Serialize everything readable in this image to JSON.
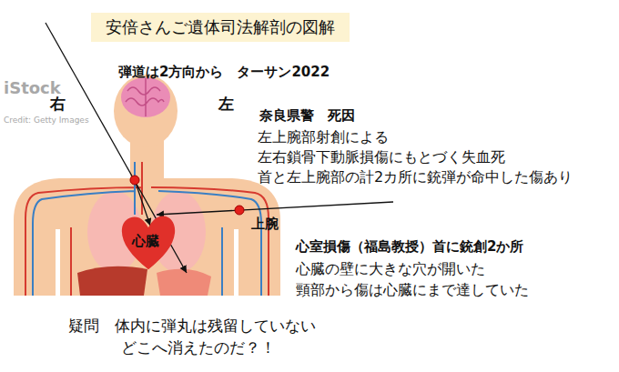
{
  "diagram": {
    "title": "安倍さんご遺体司法解剖の図解",
    "nodes": [
      {
        "text": [
          "心臓"
        ]
      }
    ],
    "labels": [
      "弾道は2方向から　ターサン2022",
      "右",
      "左",
      "奈良県警　死因",
      "左上腕部射創による",
      "左右鎖骨下動脈損傷にもとづく失血死",
      "首と左上腕部の計2カ所に銃弾が命中した傷あり",
      "上腕",
      "心室損傷（福島教授）首に銃創2か所",
      "心臓の壁に大きな穴が開いた",
      "頸部から傷は心臓にまで達していた",
      "疑問　体内に弾丸は残留していない",
      "どこへ消えたのだ？！",
      "iStock",
      "Credit: Getty Images"
    ]
  }
}
